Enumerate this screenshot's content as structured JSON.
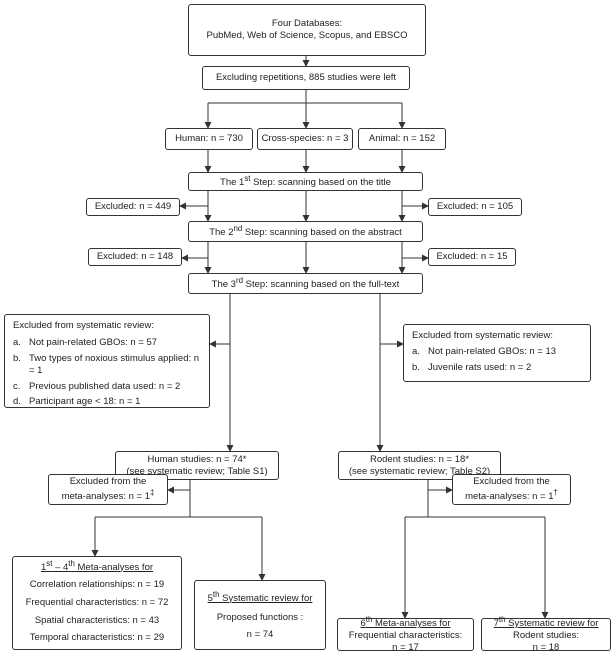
{
  "db": {
    "line1": "Four Databases:",
    "line2": "PubMed, Web of Science, Scopus, and EBSCO"
  },
  "repetitions": "Excluding repetitions, 885 studies were left",
  "split": {
    "human": "Human: n = 730",
    "cross": "Cross-species: n = 3",
    "animal": "Animal: n = 152"
  },
  "step1": {
    "pre": "The 1",
    "sup": "st",
    "post": " Step: scanning based on the title"
  },
  "step2": {
    "pre": "The 2",
    "sup": "nd",
    "post": " Step: scanning based on the abstract"
  },
  "step3": {
    "pre": "The 3",
    "sup": "rd",
    "post": " Step: scanning based on the full-text"
  },
  "excl": {
    "s1_left": "Excluded: n = 449",
    "s1_right": "Excluded: n = 105",
    "s2_left": "Excluded: n = 148",
    "s2_right": "Excluded: n = 15"
  },
  "sys_left": {
    "title": "Excluded from systematic review:",
    "items": [
      {
        "label": "a.",
        "text": "Not pain-related GBOs: n = 57"
      },
      {
        "label": "b.",
        "text": "Two types of noxious stimulus applied: n = 1"
      },
      {
        "label": "c.",
        "text": "Previous published data used: n = 2"
      },
      {
        "label": "d.",
        "text": "Participant age < 18: n = 1"
      }
    ]
  },
  "sys_right": {
    "title": "Excluded from systematic review:",
    "items": [
      {
        "label": "a.",
        "text": "Not pain-related GBOs: n = 13"
      },
      {
        "label": "b.",
        "text": "Juvenile rats used: n = 2"
      }
    ]
  },
  "human_studies": {
    "line1": "Human studies: n = 74*",
    "line2": "(see systematic review; Table S1)"
  },
  "rodent_studies": {
    "line1": "Rodent studies: n = 18*",
    "line2": "(see systematic review; Table S2)"
  },
  "meta_excl_left": {
    "line1": "Excluded from the",
    "line2": "meta-analyses: n = 1",
    "sup": "‡"
  },
  "meta_excl_right": {
    "line1": "Excluded from the",
    "line2": "meta-analyses: n = 1",
    "sup": "†"
  },
  "out1": {
    "title_a": "1",
    "sup_a": "st",
    "title_b": " – 4",
    "sup_b": "th",
    "title_c": " Meta-analyses for",
    "rows": [
      "Correlation relationships: n = 19",
      "Frequential characteristics: n = 72",
      "Spatial characteristics: n = 43",
      "Temporal  characteristics: n = 29"
    ]
  },
  "out2": {
    "num": "5",
    "sup": "th",
    "title": " Systematic review for",
    "line1": "Proposed functions :",
    "line2": "n = 74"
  },
  "out3": {
    "num": "6",
    "sup": "th",
    "title": " Meta-analyses for",
    "line1": "Frequential characteristics:",
    "line2": "n = 17"
  },
  "out4": {
    "num": "7",
    "sup": "th",
    "title": " Systematic review for",
    "line1": "Rodent studies:",
    "line2": "n = 18"
  }
}
